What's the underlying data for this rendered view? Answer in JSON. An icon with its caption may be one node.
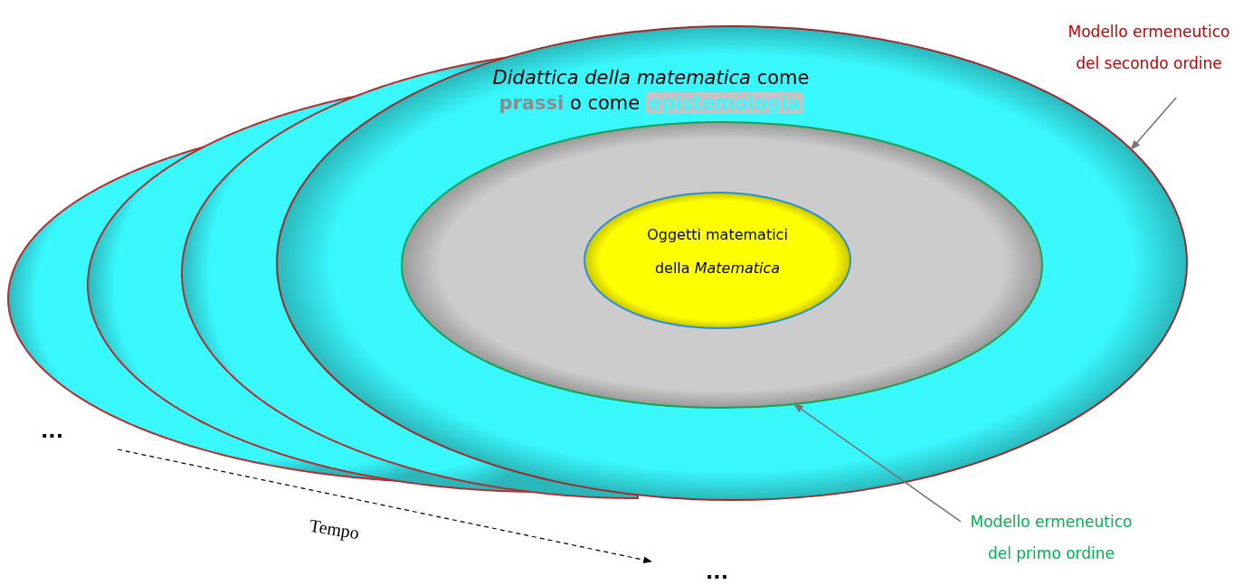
{
  "diagram": {
    "nodes": [
      {
        "text": [],
        "shape": "ellipse"
      },
      {
        "text": [],
        "shape": "ellipse"
      },
      {
        "text": [],
        "shape": "ellipse"
      },
      {
        "text": [
          "*Didattica della matematica* come **prassi** o come **epistemologia**"
        ]
      },
      {
        "text": [],
        "shape": "ellipse",
        "in": 3
      },
      {
        "text": [
          "Oggetti matematici della *Matematica*"
        ],
        "in": 4
      },
      {
        "text": [
          "Modello ermeneutico del secondo ordine"
        ]
      },
      {
        "text": [
          "Modello ermeneutico del primo ordine"
        ]
      }
    ],
    "edges": [
      {
        "from": 6,
        "to": 3,
        "arrow": "to"
      },
      {
        "from": 7,
        "to": 4,
        "arrow": "to"
      }
    ],
    "labels": [
      "...",
      "Tempo",
      "..."
    ]
  }
}
